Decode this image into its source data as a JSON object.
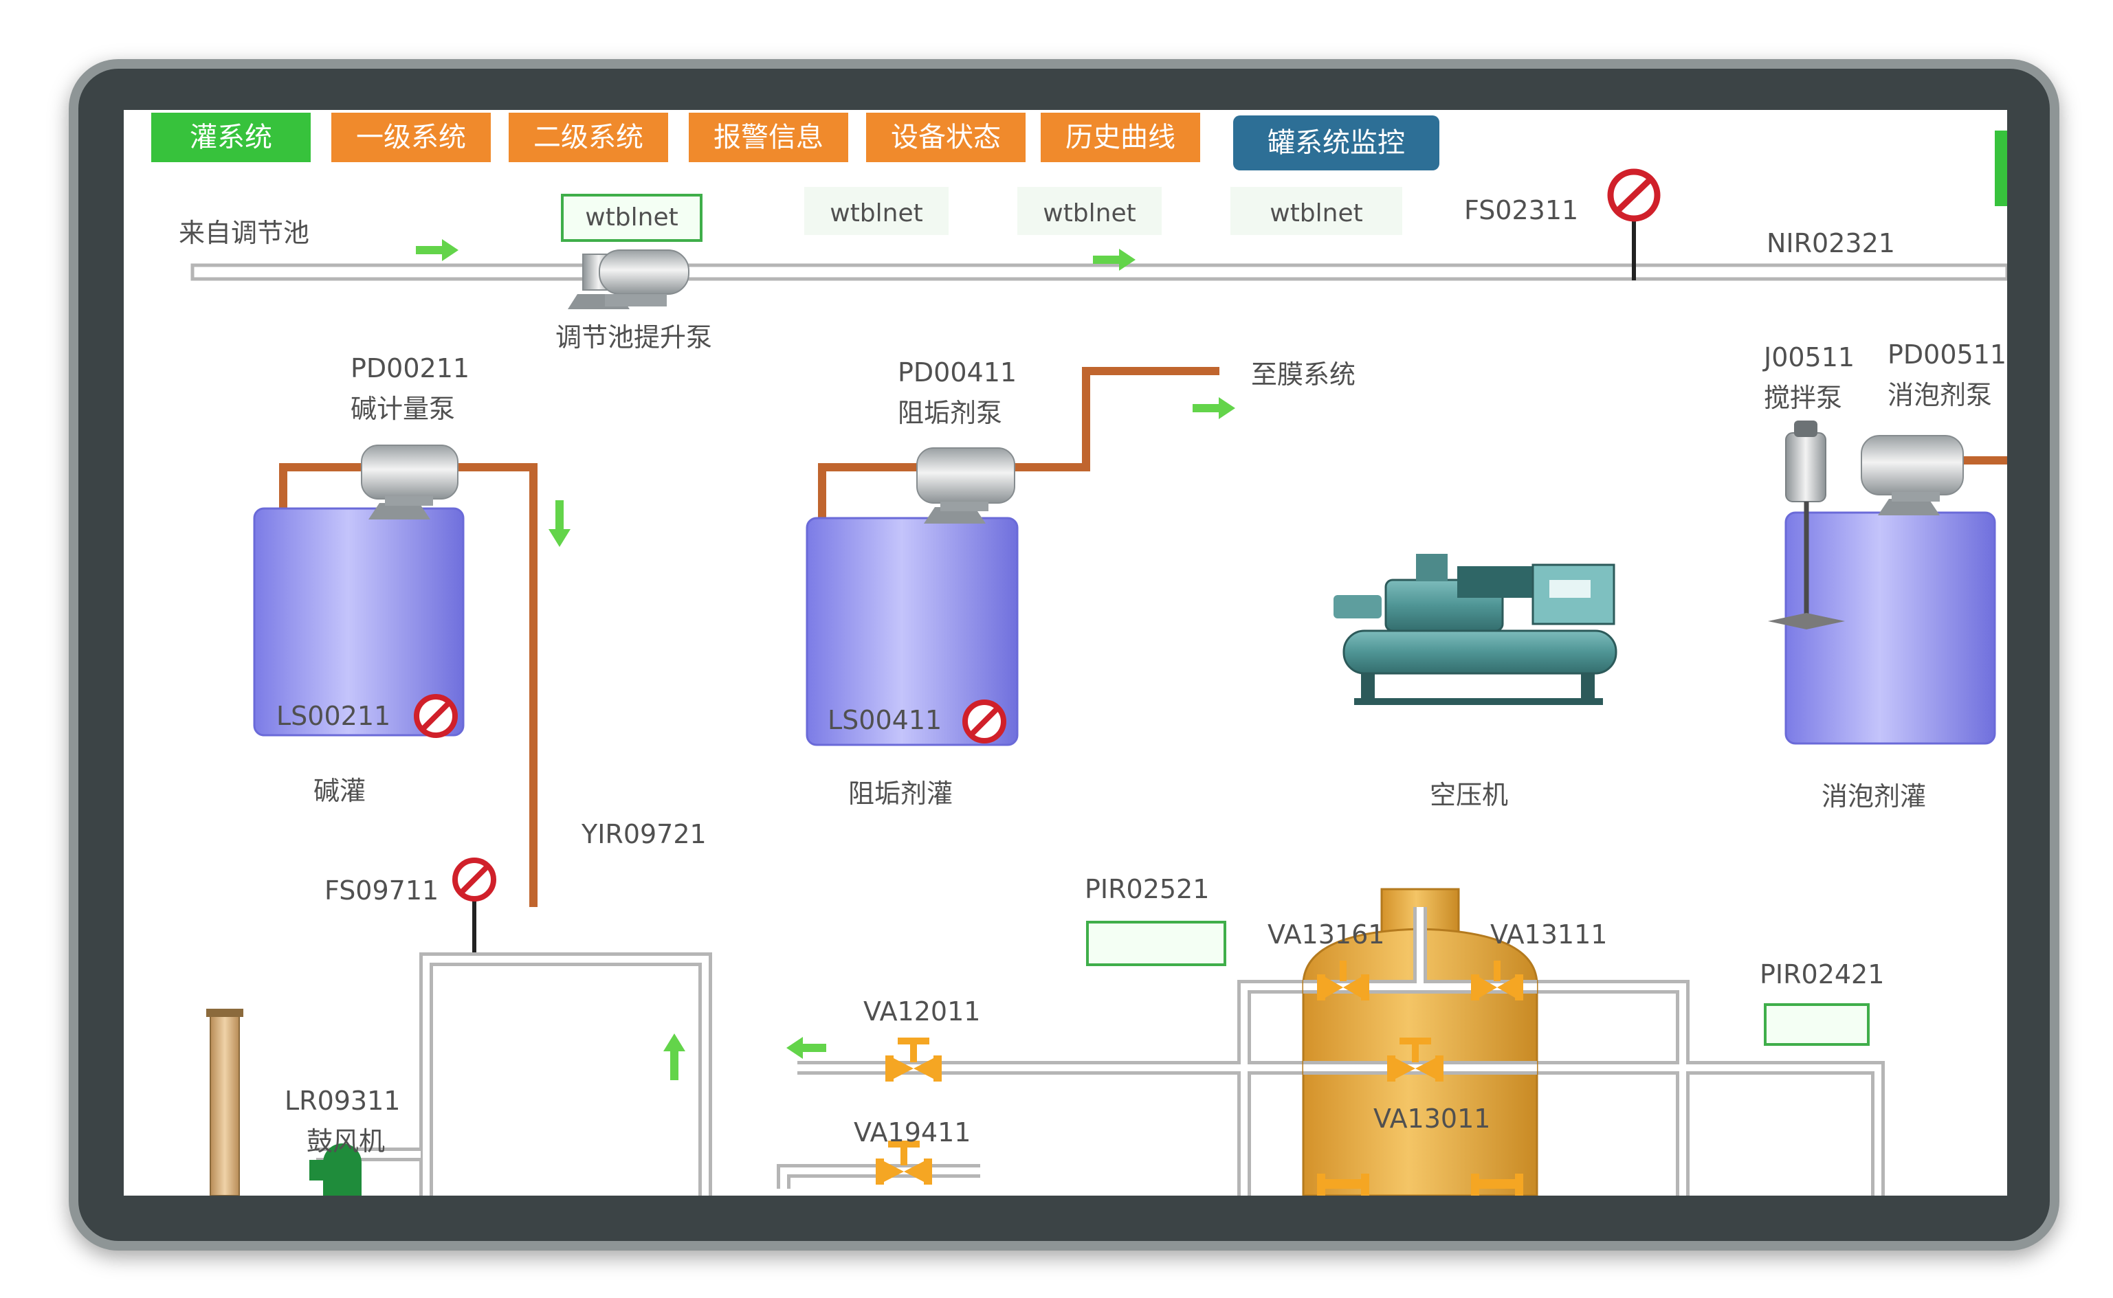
{
  "nav": {
    "tank_system": "灌系统",
    "primary_system": "一级系统",
    "secondary_system": "二级系统",
    "alarm_info": "报警信息",
    "device_status": "设备状态",
    "history_curve": "历史曲线",
    "tank_monitor": "罐系统监控"
  },
  "top_line": {
    "source_label": "来自调节池",
    "value_1": "wtblnet",
    "value_2": "wtblnet",
    "value_3": "wtblnet",
    "value_4": "wtblnet",
    "fs02311": "FS02311",
    "nir02321": "NIR02321",
    "lift_pump": "调节池提升泵"
  },
  "alkali": {
    "pump_tag": "PD00211",
    "pump_name": "碱计量泵",
    "level_tag": "LS00211",
    "tank_name": "碱灌",
    "fs_tag": "FS09711"
  },
  "antiscalant": {
    "pump_tag": "PD00411",
    "pump_name": "阻垢剂泵",
    "level_tag": "LS00411",
    "tank_name": "阻垢剂灌",
    "to_membrane": "至膜系统"
  },
  "defoamer": {
    "mixer_tag": "J00511",
    "mixer_name": "搅拌泵",
    "pump_tag": "PD00511",
    "pump_name": "消泡剂泵",
    "tank_name": "消泡剂灌"
  },
  "compressor": {
    "name": "空压机"
  },
  "lower": {
    "yir09721": "YIR09721",
    "pir02521": "PIR02521",
    "pir02421": "PIR02421",
    "va13161": "VA13161",
    "va13111": "VA13111",
    "va12011": "VA12011",
    "va13011": "VA13011",
    "va19411": "VA19411",
    "lr09311": "LR09311",
    "blower": "鼓风机"
  },
  "colors": {
    "nav_green": "#37c23c",
    "nav_orange": "#f08a2c",
    "nav_blue": "#2d6f96",
    "tank_purple": "#8f8fee",
    "vessel_gold": "#e5a93e",
    "valve_orange": "#f5a623",
    "arrow_green": "#63d44a",
    "pipe_brown": "#c0652e",
    "alarm_red": "#d0202a"
  }
}
